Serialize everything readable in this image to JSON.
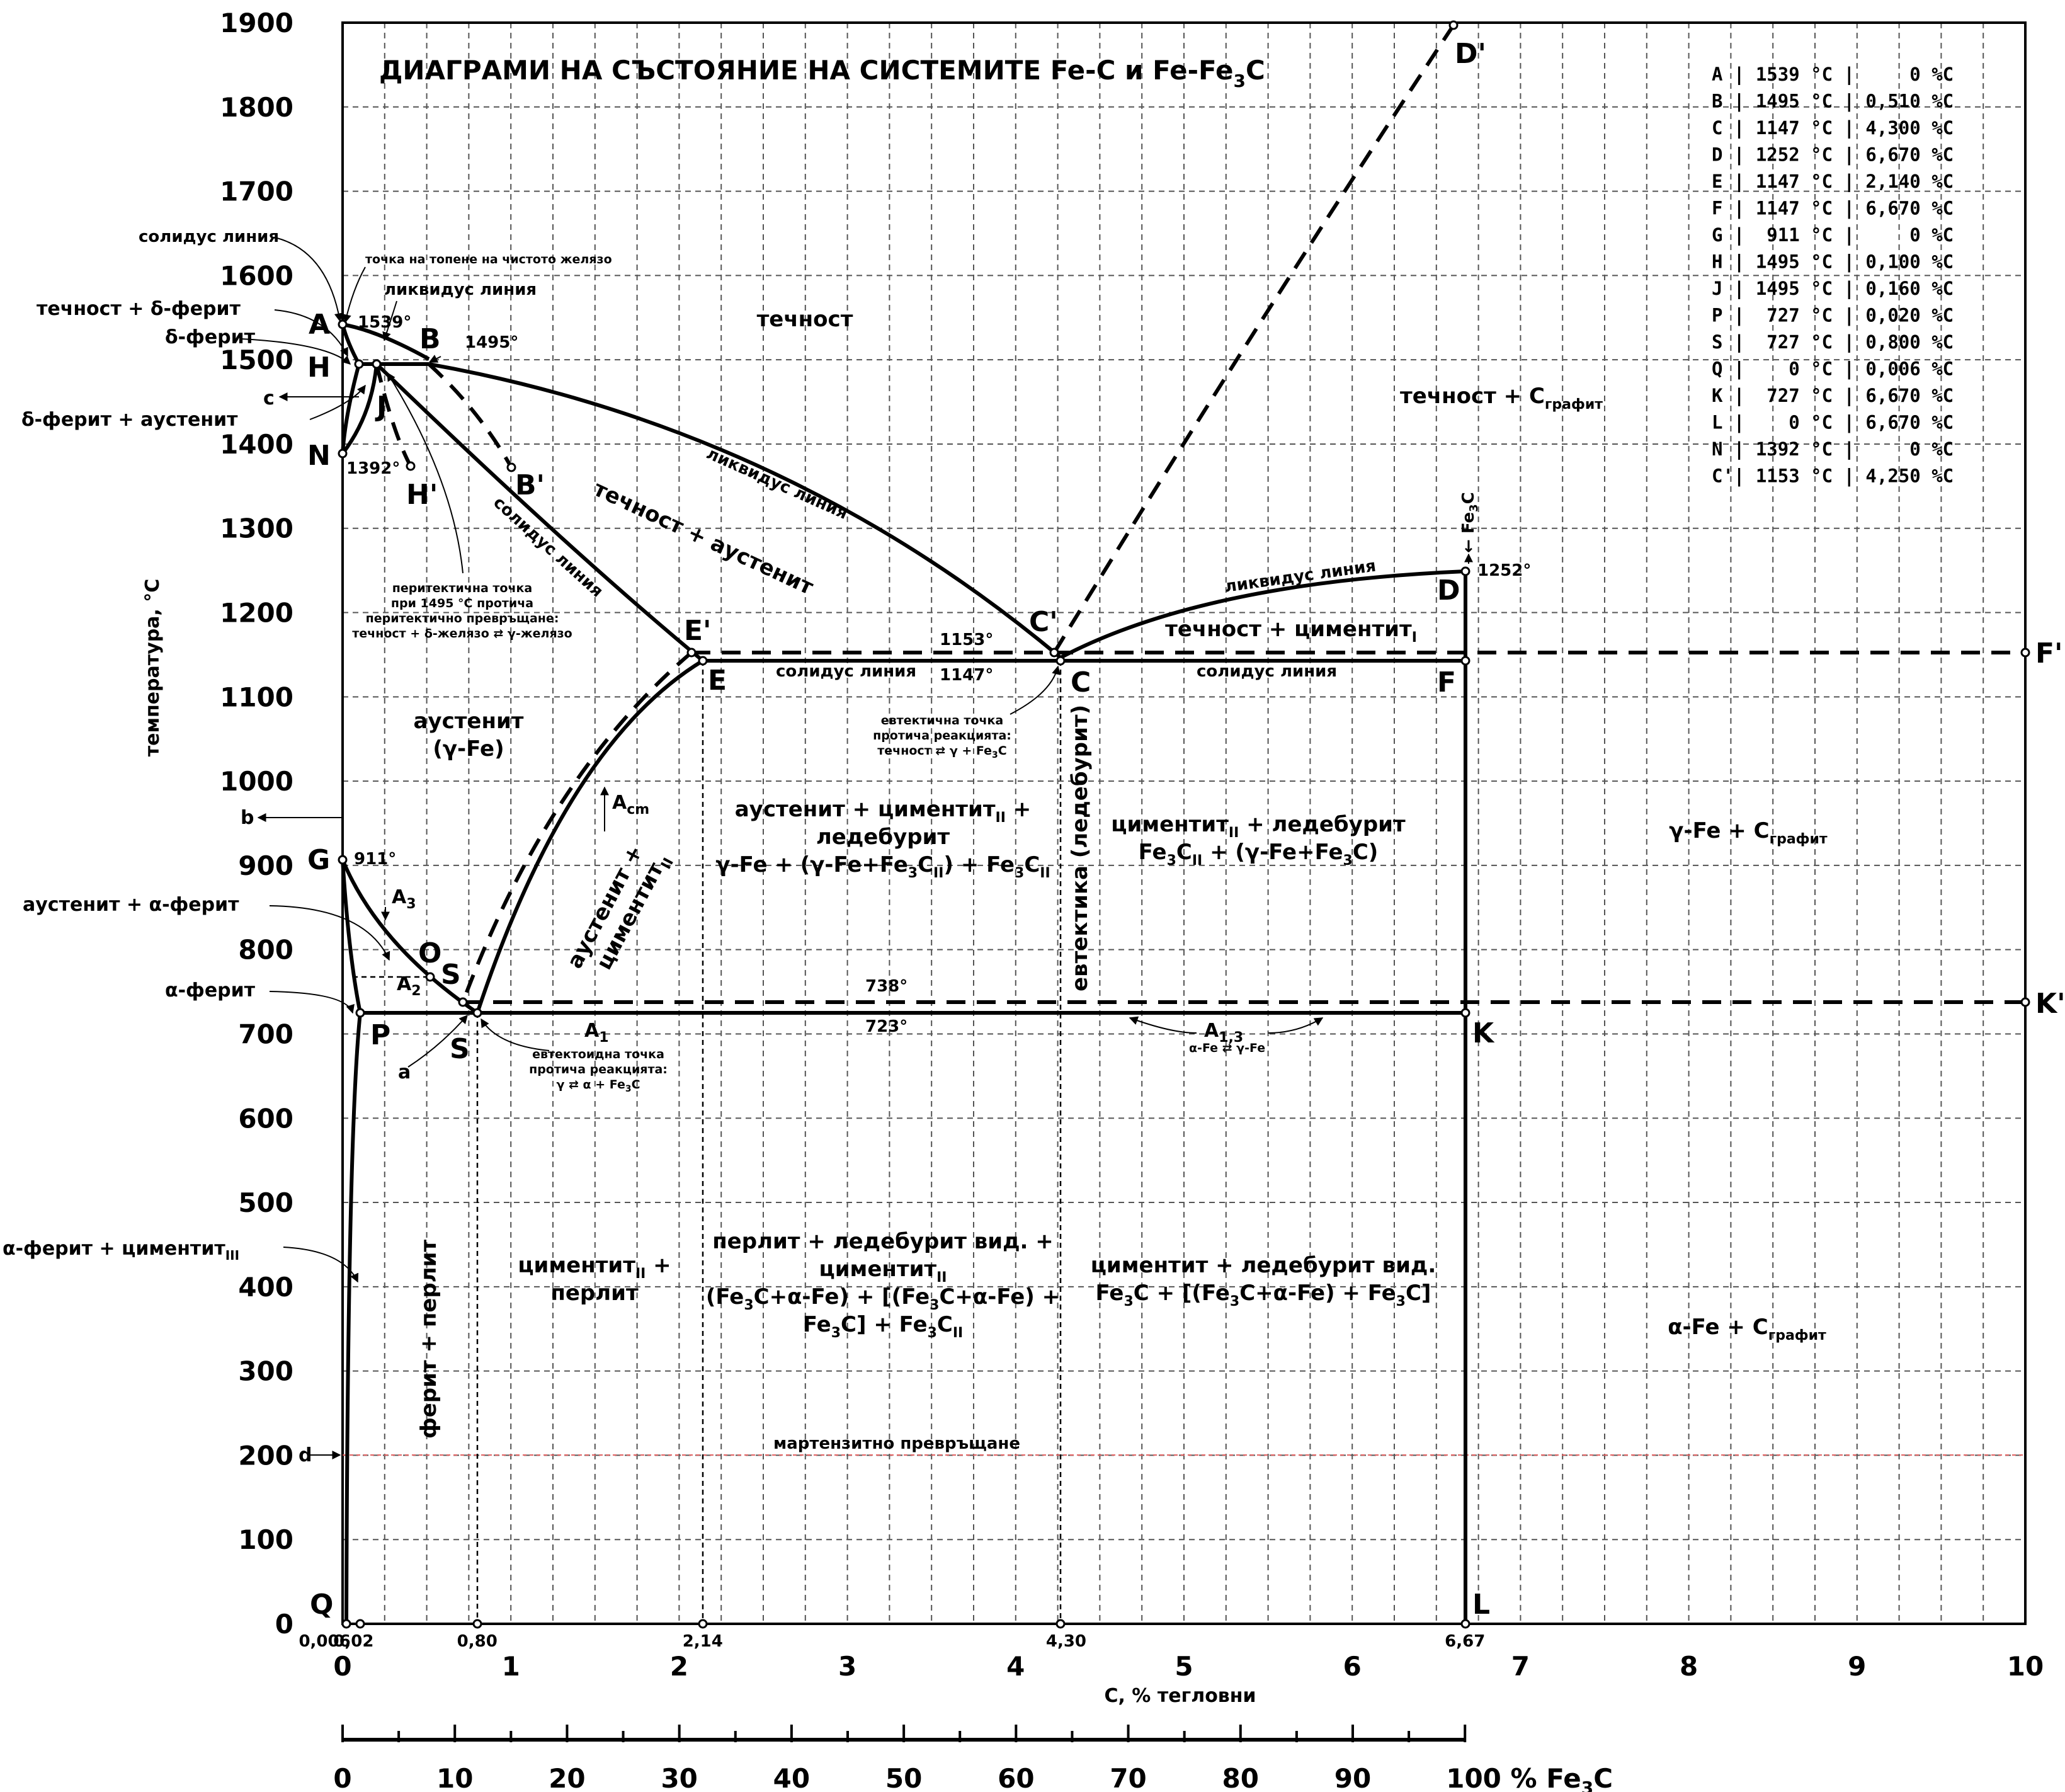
{
  "title": {
    "main": "ДИАГРАМИ НА СЪСТОЯНИЕ НА СИСТЕМИТЕ Fe-C и Fe-Fe",
    "sub": "3",
    "end": "C"
  },
  "axes": {
    "y_label": "температура, °C",
    "x_label": "C, % тегловни",
    "y_ticks": [
      "0",
      "100",
      "200",
      "300",
      "400",
      "500",
      "600",
      "700",
      "800",
      "900",
      "1000",
      "1100",
      "1200",
      "1300",
      "1400",
      "1500",
      "1600",
      "1700",
      "1800",
      "1900"
    ],
    "x_ticks": [
      "0",
      "1",
      "2",
      "3",
      "4",
      "5",
      "6",
      "7",
      "8",
      "9",
      "10"
    ],
    "x_special": [
      "0,006",
      "0,02",
      "0,80",
      "2,14",
      "4,30",
      "6,67"
    ],
    "fe3c_ticks": [
      "0",
      "10",
      "20",
      "30",
      "40",
      "50",
      "60",
      "70",
      "80",
      "90"
    ],
    "fe3c_last": "100 % Fe",
    "fe3c_last_sub": "3",
    "fe3c_last_end": "C"
  },
  "point_table": [
    "A | 1539 °C |     0 %C",
    "B | 1495 °C | 0,510 %C",
    "C | 1147 °C | 4,300 %C",
    "D | 1252 °C | 6,670 %C",
    "E | 1147 °C | 2,140 %C",
    "F | 1147 °C | 6,670 %C",
    "G |  911 °C |     0 %C",
    "H | 1495 °C | 0,100 %C",
    "J | 1495 °C | 0,160 %C",
    "P |  727 °C | 0,020 %C",
    "S |  727 °C | 0,800 %C",
    "Q |    0 °C | 0,006 %C",
    "K |  727 °C | 6,670 %C",
    "L |    0 °C | 6,670 %C",
    "N | 1392 °C |     0 %C",
    "C'| 1153 °C | 4,250 %C"
  ],
  "points": {
    "A": "A",
    "B": "B",
    "Bp": "B'",
    "H": "H",
    "Hp": "H'",
    "J": "J",
    "N": "N",
    "G": "G",
    "O": "O",
    "S_up": "S",
    "S": "S",
    "P": "P",
    "Q": "Q",
    "E": "E",
    "Ep": "E'",
    "C": "C",
    "Cp": "C'",
    "D": "D",
    "Dp": "D'",
    "F": "F",
    "Fp": "F'",
    "K": "K",
    "Kp": "K'",
    "L": "L",
    "a": "a",
    "b": "b",
    "c": "c",
    "d": "d"
  },
  "temps": {
    "t1539": "1539°",
    "t1495": "1495°",
    "t1392": "1392°",
    "t911": "911°",
    "t1153": "1153°",
    "t1147": "1147°",
    "t1252": "1252°",
    "t738": "738°",
    "t723": "723°"
  },
  "labels": {
    "solidus_line": "солидус линия",
    "liquidus_line": "ликвидус линия",
    "pure_iron_melt": "точка на топене на чистото желязо",
    "liquid_delta": "течност + δ-ферит",
    "delta_ferrite": "δ-ферит",
    "delta_aust": "δ-ферит + аустенит",
    "peritectic_1": "перитектична точка",
    "peritectic_2": "при 1495 °C протича",
    "peritectic_3": "перитектично превръщане:",
    "peritectic_4": "течност + δ-желязо ⇄ γ-желязо",
    "aust_alpha": "аустенит + α-ферит",
    "alpha_ferrite": "α-ферит",
    "alpha_cem3": "α-ферит + циментит",
    "alpha_cem3_sub": "III",
    "eutectoid_1": "евтектоидна точка",
    "eutectoid_2": "протича реакцията:",
    "eutectoid_3": "γ ⇄ α + Fe",
    "eutectoid_3_sub": "3",
    "eutectoid_3_end": "C",
    "eutectic_1": "евтектична точка",
    "eutectic_2": "протича реакцията:",
    "eutectic_3": "течност ⇄ γ + Fe",
    "eutectic_3_sub": "3",
    "eutectic_3_end": "C",
    "fe3c_arrow": "← Fe",
    "fe3c_arrow_sub": "3",
    "fe3c_arrow_end": "C",
    "A3": "A",
    "A3_sub": "3",
    "A2": "A",
    "A2_sub": "2",
    "A1": "A",
    "A1_sub": "1",
    "Acm": "A",
    "Acm_sub": "cm",
    "A13": "A",
    "A13_sub": "1,3",
    "A13_note": "α-Fe ⇄ γ-Fe",
    "martensite": "мартензитно превръщане"
  },
  "regions": {
    "liquid": "течност",
    "liquid_graphite": "течност + C",
    "liquid_graphite_sub": "графит",
    "liquid_aust": "течност + аустенит",
    "liquid_cem": "течност + циментит",
    "liquid_cem_sub": "I",
    "austenite_1": "аустенит",
    "austenite_2": "(γ-Fe)",
    "aust_cem_vert_1": "аустенит +",
    "aust_cem_vert_2": "циментит",
    "aust_cem_vert_2_sub": "II",
    "hyper_1": "аустенит + циментит",
    "hyper_1_sub": "II",
    "hyper_1_end": " +",
    "hyper_2": "ледебурит",
    "hyper_3a": "γ-Fe + (γ-Fe+Fe",
    "hyper_3_sub1": "3",
    "hyper_3b": "C",
    "hyper_3_sub2": "II",
    "hyper_3c": ") + Fe",
    "hyper_3_sub3": "3",
    "hyper_3d": "C",
    "hyper_3_sub4": "II",
    "eutectic_vert": "евтектика (ледебурит)",
    "cem_led_1": "циментит",
    "cem_led_1_sub": "II",
    "cem_led_1_end": " + ледебурит",
    "cem_led_2a": "Fe",
    "cem_led_2_sub1": "3",
    "cem_led_2b": "C",
    "cem_led_2_sub2": "II",
    "cem_led_2c": " + (γ-Fe+Fe",
    "cem_led_2_sub3": "3",
    "cem_led_2d": "C)",
    "gamma_graphite": "γ-Fe + C",
    "gamma_graphite_sub": "графит",
    "ferrite_pearlite": "ферит + перлит",
    "cem2_pearlite_1": "циментит",
    "cem2_pearlite_1_sub": "II",
    "cem2_pearlite_1_end": " +",
    "cem2_pearlite_2": "перлит",
    "pl_1": "перлит + ледебурит вид. +",
    "pl_2": "циментит",
    "pl_2_sub": "II",
    "pl_3": "(Fe",
    "pl_3_sub1": "3",
    "pl_3b": "C+α-Fe) + [(Fe",
    "pl_3_sub2": "3",
    "pl_3c": "C+α-Fe) +",
    "pl_4": "Fe",
    "pl_4_sub1": "3",
    "pl_4b": "C] + Fe",
    "pl_4_sub2": "3",
    "pl_4c": "C",
    "pl_4_sub3": "II",
    "cl_1": "циментит + ледебурит вид.",
    "cl_2a": "Fe",
    "cl_2_sub1": "3",
    "cl_2b": "C + [(Fe",
    "cl_2_sub2": "3",
    "cl_2c": "C+α-Fe) + Fe",
    "cl_2_sub3": "3",
    "cl_2d": "C]",
    "alpha_graphite": "α-Fe + C",
    "alpha_graphite_sub": "графит"
  }
}
